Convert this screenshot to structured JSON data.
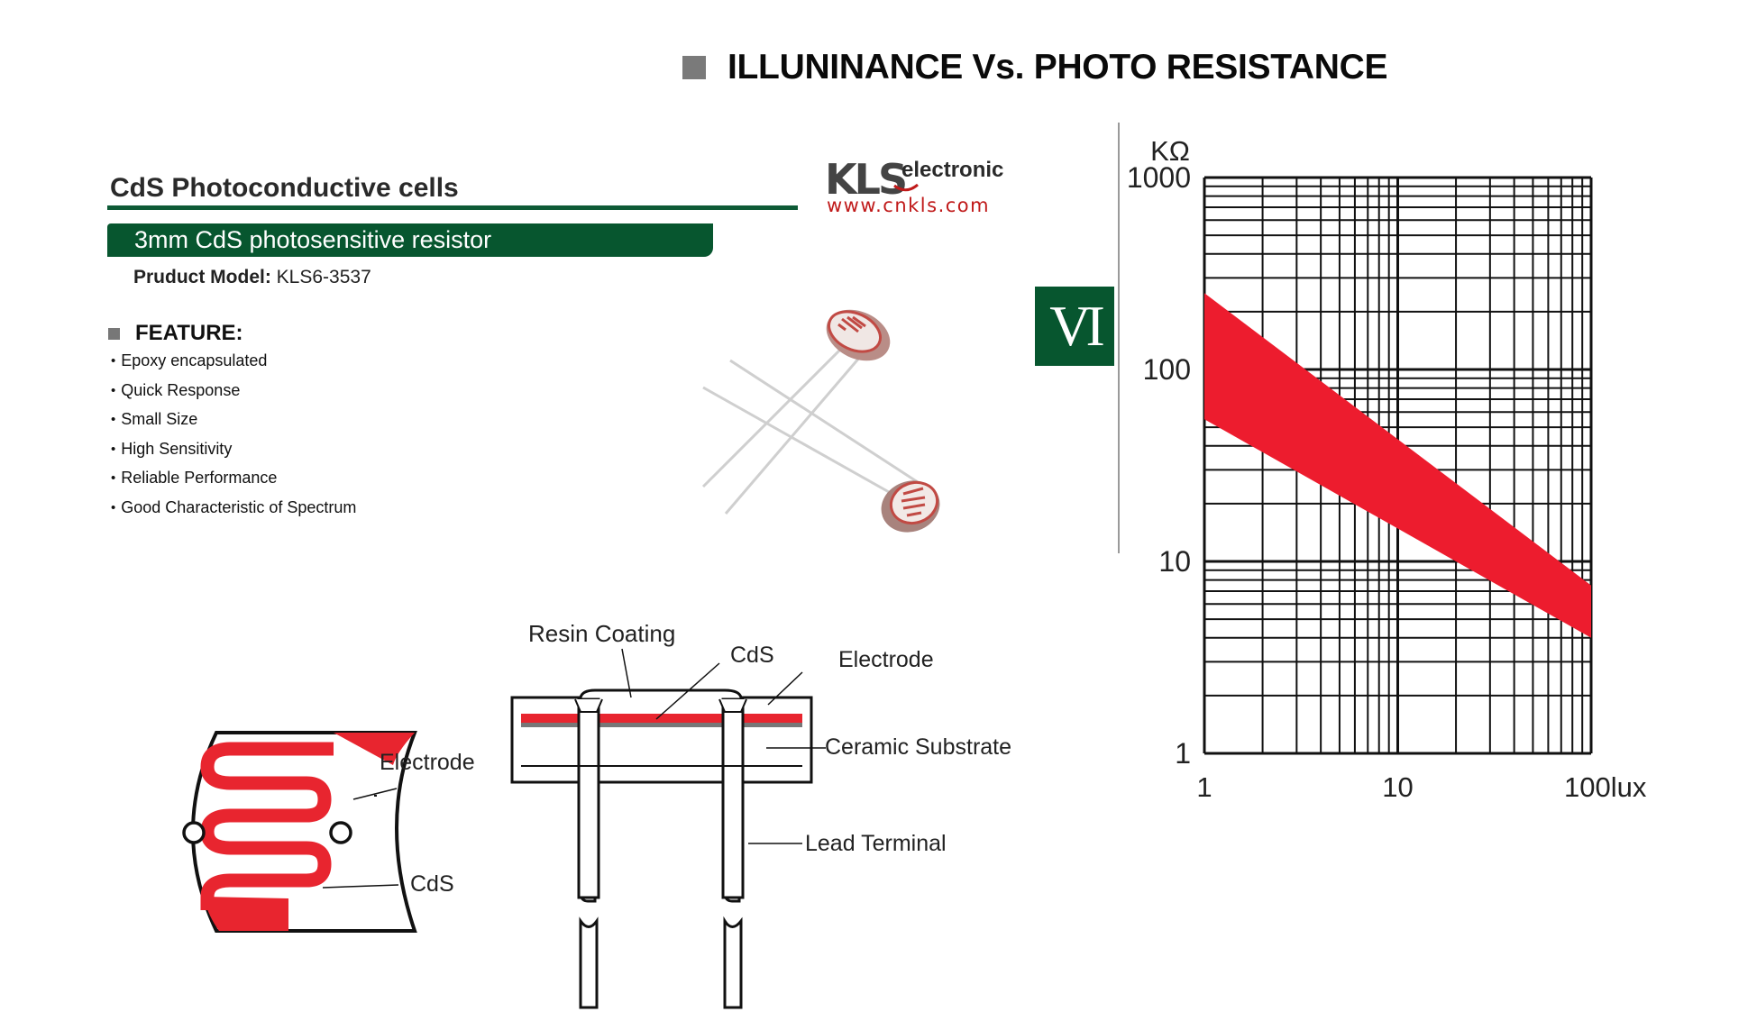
{
  "heading": {
    "text": "ILLUNINANCE Vs. PHOTO RESISTANCE"
  },
  "product": {
    "title": "CdS Photoconductive cells",
    "banner": "3mm CdS photosensitive resistor",
    "model_label": "Pruduct Model:",
    "model_value": "KLS6-3537"
  },
  "feature": {
    "heading": "FEATURE:",
    "items": [
      "Epoxy encapsulated",
      "Quick Response",
      "Small Size",
      "High Sensitivity",
      "Reliable Performance",
      "Good Characteristic of Spectrum"
    ]
  },
  "logo": {
    "mark": "KLS",
    "word": "electronic",
    "url": "www.cnkls.com"
  },
  "section_mark": "VI",
  "colors": {
    "brand_green": "#07562f",
    "band_red": "#ed1c2e",
    "accent_grey": "#7a7a7a"
  },
  "diagram": {
    "labels": {
      "resin_coating": "Resin Coating",
      "cds_top": "CdS",
      "electrode_top": "Electrode",
      "ceramic_substrate": "Ceramic Substrate",
      "lead_terminal": "Lead Terminal",
      "electrode_left": "Electrode",
      "cds_left": "CdS"
    }
  },
  "chart_data": {
    "type": "area",
    "title": "",
    "xlabel": "",
    "ylabel": "",
    "x_scale": "log",
    "y_scale": "log",
    "xlim": [
      1,
      100
    ],
    "ylim": [
      1,
      1000
    ],
    "x_unit": "lux",
    "y_unit": "KΩ",
    "x_tick_labels": [
      "1",
      "10",
      "100lux"
    ],
    "y_tick_labels": [
      "1000",
      "100",
      "10",
      "1"
    ],
    "y_unit_label": "KΩ",
    "grid": true,
    "band": {
      "upper": [
        {
          "x": 1,
          "y": 250
        },
        {
          "x": 100,
          "y": 7.5
        }
      ],
      "lower": [
        {
          "x": 1,
          "y": 55
        },
        {
          "x": 100,
          "y": 4
        }
      ]
    }
  }
}
